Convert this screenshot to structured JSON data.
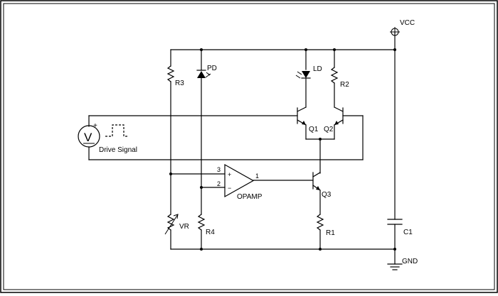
{
  "diagram": {
    "supply_label": "VCC",
    "ground_label": "GND",
    "source_symbol": "V",
    "source_label": "Drive Signal",
    "components": {
      "r3": "R3",
      "pd": "PD",
      "ld": "LD",
      "r2": "R2",
      "q1": "Q1",
      "q2": "Q2",
      "q3": "Q3",
      "opamp": "OPAMP",
      "vr": "VR",
      "r4": "R4",
      "r1": "R1",
      "c1": "C1"
    },
    "opamp_pins": {
      "noninverting": "3",
      "inverting": "2",
      "output": "1",
      "plus_sign": "+",
      "minus_sign": "−"
    },
    "source_polarity": "+"
  }
}
